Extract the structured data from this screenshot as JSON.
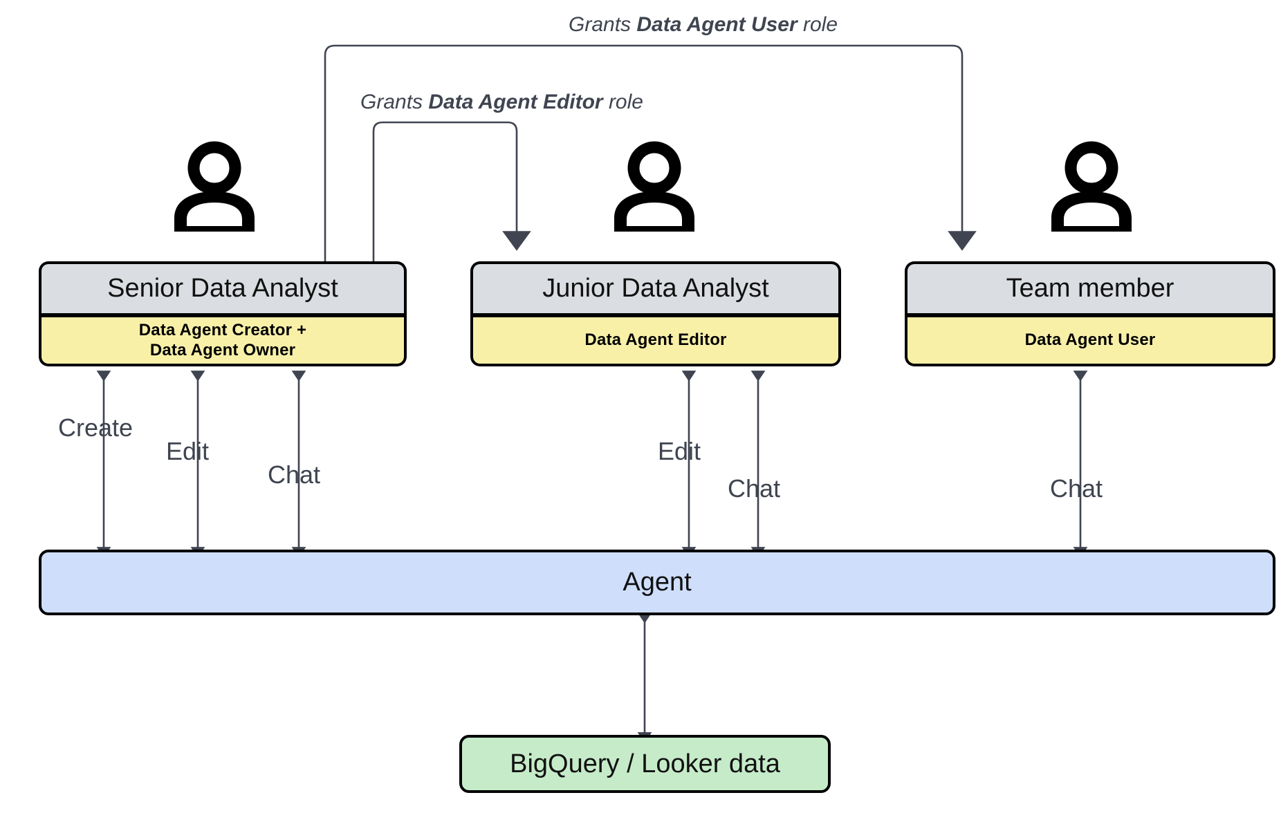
{
  "diagram": {
    "title": "Data Agent roles and permissions diagram",
    "colors": {
      "persona_header_fill": "#dadde1",
      "role_fill": "#f9f0a8",
      "agent_fill": "#cfdefb",
      "data_fill": "#c6ebc9",
      "stroke": "#000000",
      "connector": "#3f4450"
    }
  },
  "grants": [
    {
      "id": "grant-user",
      "prefix": "Grants ",
      "role": "Data Agent User",
      "suffix": " role"
    },
    {
      "id": "grant-editor",
      "prefix": "Grants ",
      "role": "Data Agent Editor",
      "suffix": " role"
    }
  ],
  "personas": [
    {
      "id": "senior-data-analyst",
      "icon": "person-icon",
      "title": "Senior Data Analyst",
      "roles": [
        "Data Agent Creator +",
        "Data Agent Owner"
      ],
      "actions": [
        "Create",
        "Edit",
        "Chat"
      ]
    },
    {
      "id": "junior-data-analyst",
      "icon": "person-icon",
      "title": "Junior Data Analyst",
      "roles": [
        "Data Agent Editor"
      ],
      "actions": [
        "Edit",
        "Chat"
      ]
    },
    {
      "id": "team-member",
      "icon": "person-icon",
      "title": "Team member",
      "roles": [
        "Data Agent User"
      ],
      "actions": [
        "Chat"
      ]
    }
  ],
  "agent": {
    "label": "Agent"
  },
  "datasource": {
    "label": "BigQuery / Looker data"
  }
}
